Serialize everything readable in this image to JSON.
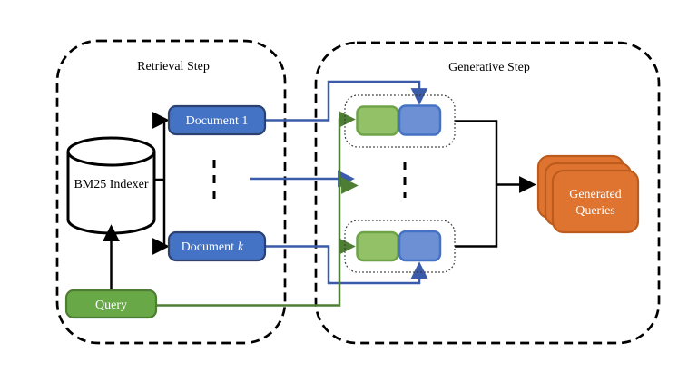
{
  "figure": {
    "retrieval_panel": {
      "title": "Retrieval Step",
      "indexer_label": "BM25 Indexer",
      "document_1_label": "Document 1",
      "document_k_prefix": "Document",
      "document_k_suffix": "k",
      "query_label": "Query"
    },
    "generative_panel": {
      "title": "Generative Step",
      "generated_queries_line1": "Generated",
      "generated_queries_line2": "Queries"
    },
    "colors": {
      "document_fill": "#4472c4",
      "document_stroke": "#2c4170",
      "query_fill": "#68a846",
      "query_stroke": "#4e7e33",
      "pair_green_fill": "#93c168",
      "pair_green_stroke": "#6fa348",
      "pair_blue_fill": "#6d90d5",
      "pair_blue_stroke": "#4472c4",
      "generated_fill": "#de7430",
      "generated_stroke": "#bd5b1d",
      "blue_line": "#3a5ba9",
      "green_line": "#4e7e33",
      "black_line": "#000000"
    }
  }
}
